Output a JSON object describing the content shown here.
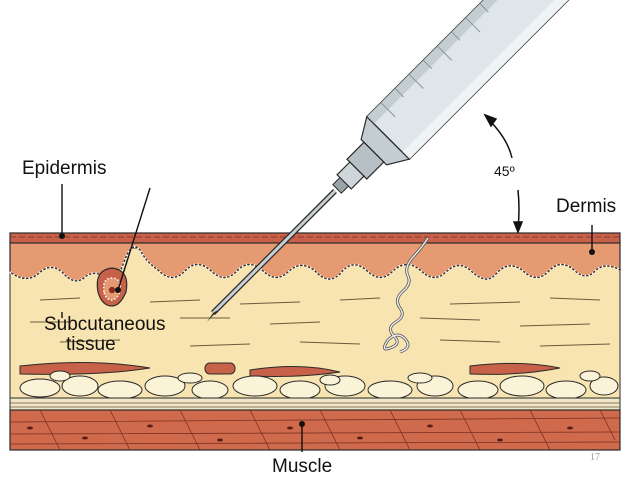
{
  "labels": {
    "epidermis": "Epidermis",
    "dermis": "Dermis",
    "subcutaneous_line1": "Subcutaneous",
    "subcutaneous_line2": "tissue",
    "muscle": "Muscle",
    "angle": "45º"
  },
  "page_number": "17",
  "colors": {
    "epidermis": "#c8614a",
    "dermis": "#e59a72",
    "subcutaneous": "#f7e4b0",
    "fat_lobule": "#fbf3d8",
    "muscle": "#cf6a4c",
    "outline": "#2a2a2a",
    "syringe_barrel": "#dfe6ea",
    "needle": "#9aa3a8"
  },
  "icons": [
    "syringe-icon",
    "needle-icon",
    "angle-arrow-icon",
    "nerve-icon",
    "hair-follicle-icon"
  ]
}
